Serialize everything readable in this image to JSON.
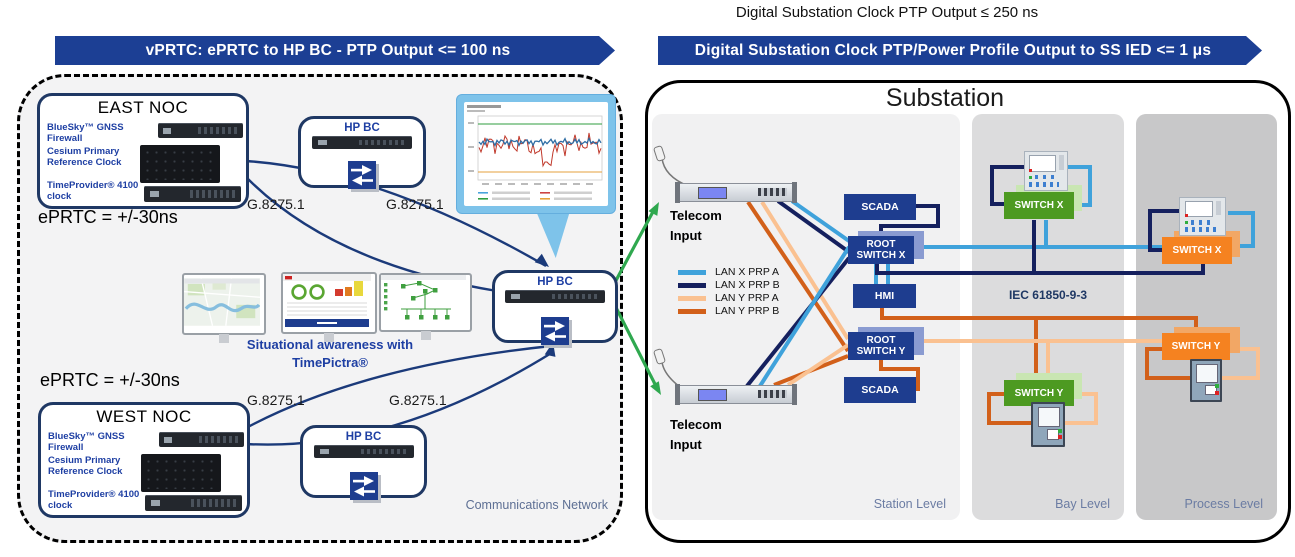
{
  "title_top": "Digital Substation Clock PTP Output ≤ 250 ns",
  "banner_left": "vPRTC: ePRTC to HP BC - PTP Output  <= 100 ns",
  "banner_right": "Digital Substation Clock PTP/Power Profile Output to SS IED <= 1 μs",
  "left": {
    "east_noc_title": "EAST NOC",
    "west_noc_title": "WEST NOC",
    "device1": "BlueSky™ GNSS Firewall",
    "device2": "Cesium Primary Reference Clock",
    "device3": "TimeProvider® 4100 clock",
    "eprtc": "ePRTC = +/-30ns",
    "g8275": "G.8275.1",
    "hpbc": "HP BC",
    "caption1": "Situational awareness with",
    "caption2": "TimePictra®",
    "comms": "Communications  Network"
  },
  "substation": {
    "title": "Substation",
    "telecom_input": "Telecom\nInput",
    "legend": [
      {
        "label": "LAN X PRP A",
        "color": "#3FA2DB"
      },
      {
        "label": "LAN X PRP B",
        "color": "#15205E"
      },
      {
        "label": "LAN Y PRP A",
        "color": "#FAC191"
      },
      {
        "label": "LAN Y PRP B",
        "color": "#D2601A"
      }
    ],
    "scada": "SCADA",
    "root_switch_x": "ROOT\nSWITCH X",
    "root_switch_y": "ROOT\nSWITCH Y",
    "hmi": "HMI",
    "iec": "IEC 61850-9-3",
    "switch_x": "SWITCH X",
    "switch_y": "SWITCH Y",
    "station_level": "Station Level",
    "bay_level": "Bay Level",
    "process_level": "Process Level"
  },
  "colors": {
    "banner_navy": "#1c3f94",
    "box_border_navy": "#1f3864",
    "node_navy": "#1e3d8f",
    "lan_x_prp_a": "#3FA2DB",
    "lan_x_prp_b": "#15205E",
    "lan_y_prp_a": "#FAC191",
    "lan_y_prp_b": "#D2601A",
    "switch_green": "#4D9A21",
    "switch_orange": "#F58220",
    "arrow_green": "#2FA84F"
  }
}
